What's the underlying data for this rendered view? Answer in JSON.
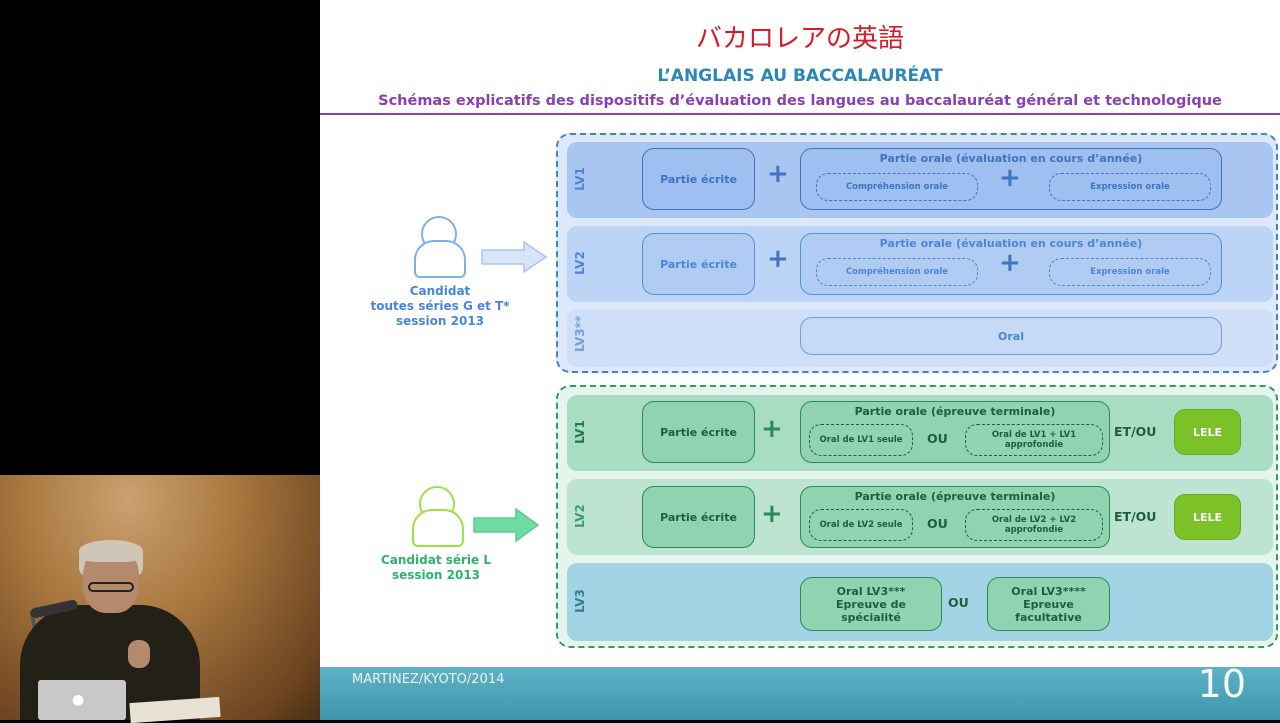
{
  "slide": {
    "title": "バカロレアの英語",
    "subtitle": "L’ANGLAIS AU BACCALAURÉAT",
    "schemas": "Schémas explicatifs des dispositifs d’évaluation des langues au baccalauréat général et technologique",
    "footer_author": "MARTINEZ/KYOTO/2014",
    "page_number": "10"
  },
  "candidat_gt": {
    "line1": "Candidat",
    "line2": "toutes séries G et T*",
    "line3": "session 2013"
  },
  "candidat_l": {
    "line1": "Candidat série L",
    "line2": "session 2013"
  },
  "panel_gt": {
    "rows": [
      {
        "label": "LV1",
        "ecrite": "Partie écrite",
        "oral_title": "Partie orale (évaluation en cours d’année)",
        "comp": "Compréhension orale",
        "expr": "Expression orale"
      },
      {
        "label": "LV2",
        "ecrite": "Partie écrite",
        "oral_title": "Partie orale (évaluation en cours d’année)",
        "comp": "Compréhension orale",
        "expr": "Expression orale"
      },
      {
        "label": "LV3**",
        "oral": "Oral"
      }
    ]
  },
  "panel_l": {
    "rows": [
      {
        "label": "LV1",
        "ecrite": "Partie écrite",
        "oral_title": "Partie orale (épreuve terminale)",
        "seule": "Oral de LV1 seule",
        "ou": "OU",
        "approf": "Oral de LV1 + LV1 approfondie",
        "etou": "ET/OU",
        "lele": "LELE"
      },
      {
        "label": "LV2",
        "ecrite": "Partie écrite",
        "oral_title": "Partie orale (épreuve terminale)",
        "seule": "Oral de LV2 seule",
        "ou": "OU",
        "approf": "Oral de LV2 + LV2 approfondie",
        "etou": "ET/OU",
        "lele": "LELE"
      },
      {
        "label": "LV3",
        "spec": "Oral LV3*** Epreuve de spécialité",
        "ou": "OU",
        "facult": "Oral LV3**** Epreuve facultative"
      }
    ]
  },
  "colors": {
    "blue_panel": "#dde9fb",
    "blue_row": "#a9c6f2",
    "blue_text": "#4a86d8",
    "green_panel": "#e6f4ee",
    "green_row": "#a8dcc3",
    "green_text": "#1d7b4c",
    "teal_row": "#a3d4e6",
    "title_red": "#d61c2a",
    "purple": "#8a3fb5"
  },
  "plus_sign": "+"
}
